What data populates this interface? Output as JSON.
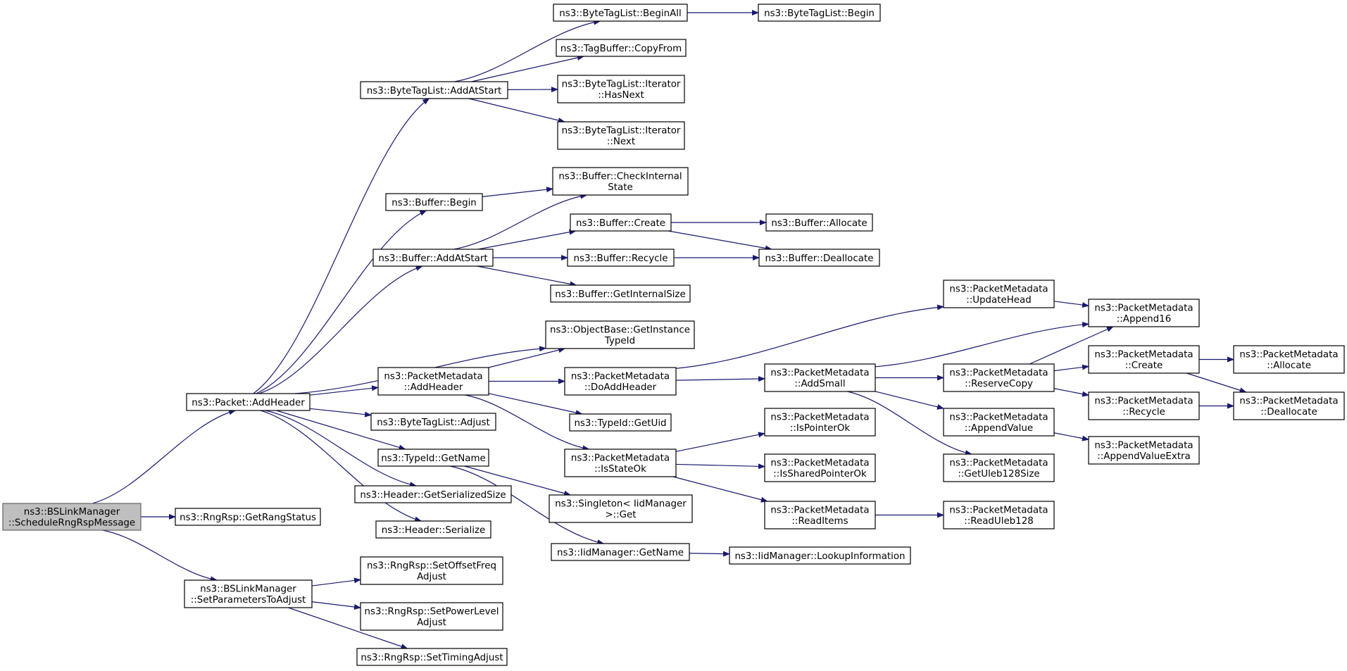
{
  "diagram": {
    "type": "call-graph",
    "colors": {
      "edge": "#191970",
      "node_border": "#000000",
      "root_fill": "#bfbfbf",
      "node_fill": "#ffffff"
    },
    "nodes": [
      {
        "id": "root",
        "lines": [
          "ns3::BSLinkManager",
          "::ScheduleRngRspMessage"
        ]
      },
      {
        "id": "addheader",
        "lines": [
          "ns3::Packet::AddHeader"
        ]
      },
      {
        "id": "getrangstatus",
        "lines": [
          "ns3::RngRsp::GetRangStatus"
        ]
      },
      {
        "id": "setparams",
        "lines": [
          "ns3::BSLinkManager",
          "::SetParametersToAdjust"
        ]
      },
      {
        "id": "btl_addatstart",
        "lines": [
          "ns3::ByteTagList::AddAtStart"
        ]
      },
      {
        "id": "buf_begin",
        "lines": [
          "ns3::Buffer::Begin"
        ]
      },
      {
        "id": "buf_addatstart",
        "lines": [
          "ns3::Buffer::AddAtStart"
        ]
      },
      {
        "id": "objbase_getinst",
        "lines": [
          "ns3::ObjectBase::GetInstance",
          "TypeId"
        ]
      },
      {
        "id": "pm_addheader",
        "lines": [
          "ns3::PacketMetadata",
          "::AddHeader"
        ]
      },
      {
        "id": "btl_adjust",
        "lines": [
          "ns3::ByteTagList::Adjust"
        ]
      },
      {
        "id": "typeid_getname",
        "lines": [
          "ns3::TypeId::GetName"
        ]
      },
      {
        "id": "hdr_getsersize",
        "lines": [
          "ns3::Header::GetSerializedSize"
        ]
      },
      {
        "id": "hdr_serialize",
        "lines": [
          "ns3::Header::Serialize"
        ]
      },
      {
        "id": "set_offsetfreq",
        "lines": [
          "ns3::RngRsp::SetOffsetFreq",
          "Adjust"
        ]
      },
      {
        "id": "set_powerlevel",
        "lines": [
          "ns3::RngRsp::SetPowerLevel",
          "Adjust"
        ]
      },
      {
        "id": "set_timing",
        "lines": [
          "ns3::RngRsp::SetTimingAdjust"
        ]
      },
      {
        "id": "btl_beginall",
        "lines": [
          "ns3::ByteTagList::BeginAll"
        ]
      },
      {
        "id": "tagbuf_copyfrom",
        "lines": [
          "ns3::TagBuffer::CopyFrom"
        ]
      },
      {
        "id": "btl_it_hasnext",
        "lines": [
          "ns3::ByteTagList::Iterator",
          "::HasNext"
        ]
      },
      {
        "id": "btl_it_next",
        "lines": [
          "ns3::ByteTagList::Iterator",
          "::Next"
        ]
      },
      {
        "id": "btl_begin",
        "lines": [
          "ns3::ByteTagList::Begin"
        ]
      },
      {
        "id": "buf_checkinternal",
        "lines": [
          "ns3::Buffer::CheckInternal",
          "State"
        ]
      },
      {
        "id": "buf_create",
        "lines": [
          "ns3::Buffer::Create"
        ]
      },
      {
        "id": "buf_recycle",
        "lines": [
          "ns3::Buffer::Recycle"
        ]
      },
      {
        "id": "buf_getinternalsize",
        "lines": [
          "ns3::Buffer::GetInternalSize"
        ]
      },
      {
        "id": "buf_allocate",
        "lines": [
          "ns3::Buffer::Allocate"
        ]
      },
      {
        "id": "buf_deallocate",
        "lines": [
          "ns3::Buffer::Deallocate"
        ]
      },
      {
        "id": "pm_doaddheader",
        "lines": [
          "ns3::PacketMetadata",
          "::DoAddHeader"
        ]
      },
      {
        "id": "typeid_getuid",
        "lines": [
          "ns3::TypeId::GetUid"
        ]
      },
      {
        "id": "pm_isstateok",
        "lines": [
          "ns3::PacketMetadata",
          "::IsStateOk"
        ]
      },
      {
        "id": "singleton_get",
        "lines": [
          "ns3::Singleton< IidManager",
          ">::Get"
        ]
      },
      {
        "id": "iid_getname",
        "lines": [
          "ns3::IidManager::GetName"
        ]
      },
      {
        "id": "iid_lookup",
        "lines": [
          "ns3::IidManager::LookupInformation"
        ]
      },
      {
        "id": "pm_updatehead",
        "lines": [
          "ns3::PacketMetadata",
          "::UpdateHead"
        ]
      },
      {
        "id": "pm_addsmall",
        "lines": [
          "ns3::PacketMetadata",
          "::AddSmall"
        ]
      },
      {
        "id": "pm_ispointerok",
        "lines": [
          "ns3::PacketMetadata",
          "::IsPointerOk"
        ]
      },
      {
        "id": "pm_issharedpointerok",
        "lines": [
          "ns3::PacketMetadata",
          "::IsSharedPointerOk"
        ]
      },
      {
        "id": "pm_readitems",
        "lines": [
          "ns3::PacketMetadata",
          "::ReadItems"
        ]
      },
      {
        "id": "pm_append16",
        "lines": [
          "ns3::PacketMetadata",
          "::Append16"
        ]
      },
      {
        "id": "pm_reservecopy",
        "lines": [
          "ns3::PacketMetadata",
          "::ReserveCopy"
        ]
      },
      {
        "id": "pm_appendvalue",
        "lines": [
          "ns3::PacketMetadata",
          "::AppendValue"
        ]
      },
      {
        "id": "pm_getuleb128size",
        "lines": [
          "ns3::PacketMetadata",
          "::GetUleb128Size"
        ]
      },
      {
        "id": "pm_readuleb128",
        "lines": [
          "ns3::PacketMetadata",
          "::ReadUleb128"
        ]
      },
      {
        "id": "pm_create",
        "lines": [
          "ns3::PacketMetadata",
          "::Create"
        ]
      },
      {
        "id": "pm_recycle",
        "lines": [
          "ns3::PacketMetadata",
          "::Recycle"
        ]
      },
      {
        "id": "pm_appendvalueextra",
        "lines": [
          "ns3::PacketMetadata",
          "::AppendValueExtra"
        ]
      },
      {
        "id": "pm_allocate",
        "lines": [
          "ns3::PacketMetadata",
          "::Allocate"
        ]
      },
      {
        "id": "pm_deallocate",
        "lines": [
          "ns3::PacketMetadata",
          "::Deallocate"
        ]
      }
    ],
    "edges": [
      [
        "root",
        "addheader"
      ],
      [
        "root",
        "getrangstatus"
      ],
      [
        "root",
        "setparams"
      ],
      [
        "addheader",
        "btl_addatstart"
      ],
      [
        "addheader",
        "buf_begin"
      ],
      [
        "addheader",
        "buf_addatstart"
      ],
      [
        "addheader",
        "objbase_getinst"
      ],
      [
        "addheader",
        "pm_addheader"
      ],
      [
        "addheader",
        "btl_adjust"
      ],
      [
        "addheader",
        "typeid_getname"
      ],
      [
        "addheader",
        "hdr_getsersize"
      ],
      [
        "addheader",
        "hdr_serialize"
      ],
      [
        "setparams",
        "set_offsetfreq"
      ],
      [
        "setparams",
        "set_powerlevel"
      ],
      [
        "setparams",
        "set_timing"
      ],
      [
        "btl_addatstart",
        "btl_beginall"
      ],
      [
        "btl_addatstart",
        "tagbuf_copyfrom"
      ],
      [
        "btl_addatstart",
        "btl_it_hasnext"
      ],
      [
        "btl_addatstart",
        "btl_it_next"
      ],
      [
        "btl_beginall",
        "btl_begin"
      ],
      [
        "buf_begin",
        "buf_checkinternal"
      ],
      [
        "buf_addatstart",
        "buf_checkinternal"
      ],
      [
        "buf_addatstart",
        "buf_create"
      ],
      [
        "buf_addatstart",
        "buf_recycle"
      ],
      [
        "buf_addatstart",
        "buf_getinternalsize"
      ],
      [
        "buf_create",
        "buf_allocate"
      ],
      [
        "buf_create",
        "buf_deallocate"
      ],
      [
        "buf_recycle",
        "buf_deallocate"
      ],
      [
        "pm_addheader",
        "objbase_getinst"
      ],
      [
        "pm_addheader",
        "pm_doaddheader"
      ],
      [
        "pm_addheader",
        "typeid_getuid"
      ],
      [
        "pm_addheader",
        "pm_isstateok"
      ],
      [
        "typeid_getname",
        "singleton_get"
      ],
      [
        "typeid_getname",
        "iid_getname"
      ],
      [
        "iid_getname",
        "iid_lookup"
      ],
      [
        "pm_doaddheader",
        "pm_updatehead"
      ],
      [
        "pm_doaddheader",
        "pm_addsmall"
      ],
      [
        "pm_isstateok",
        "pm_ispointerok"
      ],
      [
        "pm_isstateok",
        "pm_issharedpointerok"
      ],
      [
        "pm_isstateok",
        "pm_readitems"
      ],
      [
        "pm_updatehead",
        "pm_append16"
      ],
      [
        "pm_addsmall",
        "pm_append16"
      ],
      [
        "pm_addsmall",
        "pm_reservecopy"
      ],
      [
        "pm_addsmall",
        "pm_appendvalue"
      ],
      [
        "pm_addsmall",
        "pm_getuleb128size"
      ],
      [
        "pm_readitems",
        "pm_readuleb128"
      ],
      [
        "pm_reservecopy",
        "pm_append16"
      ],
      [
        "pm_reservecopy",
        "pm_create"
      ],
      [
        "pm_reservecopy",
        "pm_recycle"
      ],
      [
        "pm_appendvalue",
        "pm_appendvalueextra"
      ],
      [
        "pm_create",
        "pm_allocate"
      ],
      [
        "pm_create",
        "pm_deallocate"
      ],
      [
        "pm_recycle",
        "pm_deallocate"
      ]
    ]
  }
}
